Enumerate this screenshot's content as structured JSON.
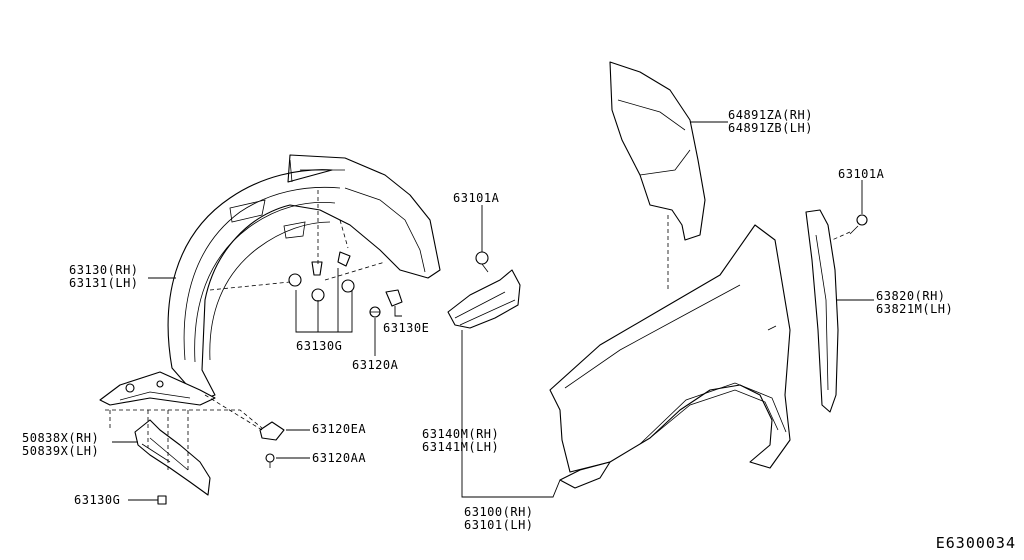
{
  "labels": {
    "l_63130": [
      "63130(RH)",
      "63131(LH)"
    ],
    "l_50838": [
      "50838X(RH)",
      "50839X(LH)"
    ],
    "l_63130G_bottom": "63130G",
    "l_63130G": "63130G",
    "l_63120A": "63120A",
    "l_63130E": "63130E",
    "l_63120EA": "63120EA",
    "l_63120AA": "63120AA",
    "l_63101A_center": "63101A",
    "l_63140": [
      "63140M(RH)",
      "63141M(LH)"
    ],
    "l_63100": [
      "63100(RH)",
      "63101(LH)"
    ],
    "l_64891": [
      "64891ZA(RH)",
      "64891ZB(LH)"
    ],
    "l_63101A_right": "63101A",
    "l_63820": [
      "63820(RH)",
      "63821M(LH)"
    ]
  },
  "diagram_code": "E6300034"
}
